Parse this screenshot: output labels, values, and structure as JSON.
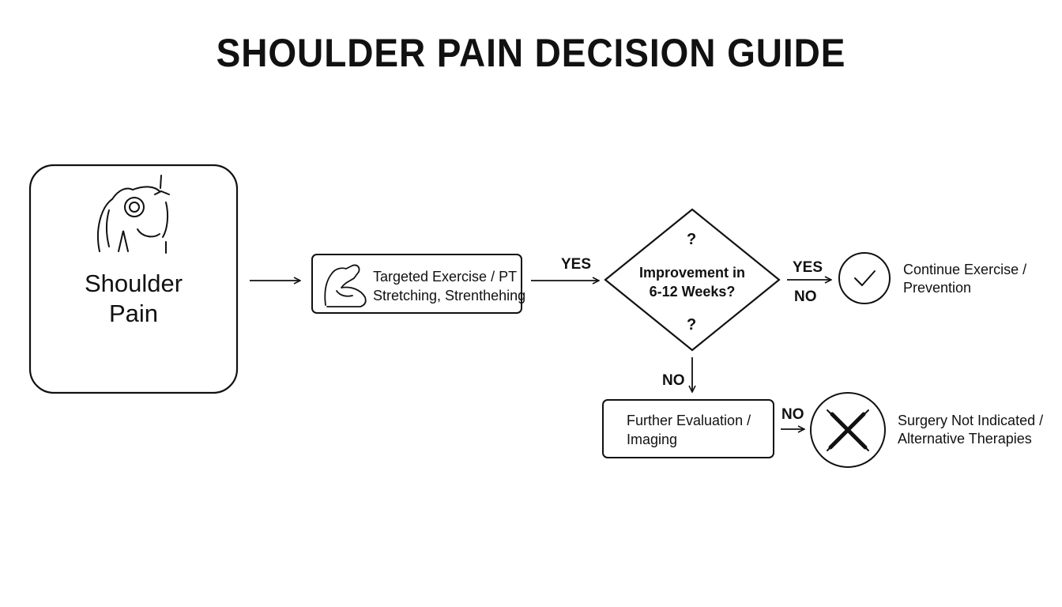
{
  "title": "SHOULDER PAIN DECISION GUIDE",
  "start": {
    "line1": "Shoulder",
    "line2": "Pain",
    "icon": "shoulder-icon"
  },
  "exercise": {
    "line1": "Targeted Exercise / PT",
    "line2": "Stretching, Strenthehing",
    "icon": "flexed-arm-icon"
  },
  "decision": {
    "line1": "Improvement in",
    "line2": "6-12 Weeks?",
    "qmark_top": "?",
    "qmark_bottom": "?"
  },
  "branch_labels": {
    "yes_into": "YES",
    "yes_out": "YES",
    "no_right": "NO",
    "no_down": "NO",
    "no_eval": "NO"
  },
  "continue": {
    "line1": "Continue Exercise /",
    "line2": "Prevention",
    "icon": "checkmark-icon"
  },
  "evaluation": {
    "line1": "Further Evaluation /",
    "line2": "Imaging"
  },
  "surgery": {
    "line1": "Surgery Not Indicated /",
    "line2": "Alternative Therapies",
    "icon": "crossed-scalpels-icon"
  }
}
